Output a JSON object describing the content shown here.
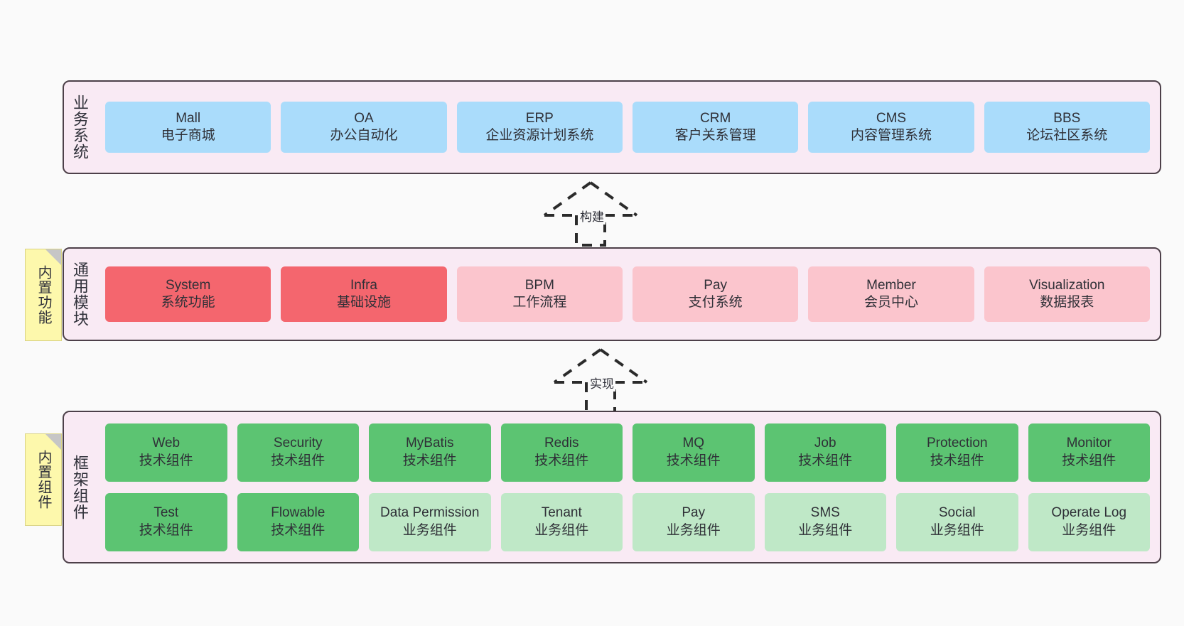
{
  "diagram": {
    "background_color": "#fafafa",
    "layer_fill": "#f9eaf4",
    "layer_border": "#4d4049",
    "note_color": "#fdf8ac",
    "colors": {
      "blue": "#aadcfb",
      "red": "#f4666e",
      "pink": "#fbc5cd",
      "green": "#5cc472",
      "green_light": "#bfe8c7"
    }
  },
  "layers": {
    "business": {
      "title": "业务系统",
      "items": [
        {
          "name": "Mall",
          "desc": "电子商城",
          "color": "blue"
        },
        {
          "name": "OA",
          "desc": "办公自动化",
          "color": "blue"
        },
        {
          "name": "ERP",
          "desc": "企业资源计划系统",
          "color": "blue"
        },
        {
          "name": "CRM",
          "desc": "客户关系管理",
          "color": "blue"
        },
        {
          "name": "CMS",
          "desc": "内容管理系统",
          "color": "blue"
        },
        {
          "name": "BBS",
          "desc": "论坛社区系统",
          "color": "blue"
        }
      ]
    },
    "modules": {
      "title": "通用模块",
      "note": "内置功能",
      "items": [
        {
          "name": "System",
          "desc": "系统功能",
          "color": "red"
        },
        {
          "name": "Infra",
          "desc": "基础设施",
          "color": "red"
        },
        {
          "name": "BPM",
          "desc": "工作流程",
          "color": "pink"
        },
        {
          "name": "Pay",
          "desc": "支付系统",
          "color": "pink"
        },
        {
          "name": "Member",
          "desc": "会员中心",
          "color": "pink"
        },
        {
          "name": "Visualization",
          "desc": "数据报表",
          "color": "pink"
        }
      ]
    },
    "framework": {
      "title": "框架组件",
      "note": "内置组件",
      "row1": [
        {
          "name": "Web",
          "desc": "技术组件",
          "color": "green"
        },
        {
          "name": "Security",
          "desc": "技术组件",
          "color": "green"
        },
        {
          "name": "MyBatis",
          "desc": "技术组件",
          "color": "green"
        },
        {
          "name": "Redis",
          "desc": "技术组件",
          "color": "green"
        },
        {
          "name": "MQ",
          "desc": "技术组件",
          "color": "green"
        },
        {
          "name": "Job",
          "desc": "技术组件",
          "color": "green"
        },
        {
          "name": "Protection",
          "desc": "技术组件",
          "color": "green"
        },
        {
          "name": "Monitor",
          "desc": "技术组件",
          "color": "green"
        }
      ],
      "row2": [
        {
          "name": "Test",
          "desc": "技术组件",
          "color": "green"
        },
        {
          "name": "Flowable",
          "desc": "技术组件",
          "color": "green"
        },
        {
          "name": "Data Permission",
          "desc": "业务组件",
          "color": "green-light"
        },
        {
          "name": "Tenant",
          "desc": "业务组件",
          "color": "green-light"
        },
        {
          "name": "Pay",
          "desc": "业务组件",
          "color": "green-light"
        },
        {
          "name": "SMS",
          "desc": "业务组件",
          "color": "green-light"
        },
        {
          "name": "Social",
          "desc": "业务组件",
          "color": "green-light"
        },
        {
          "name": "Operate Log",
          "desc": "业务组件",
          "color": "green-light"
        }
      ]
    }
  },
  "connectors": [
    {
      "id": "build",
      "label": "构建",
      "style": "dashed-hollow-arrow-up"
    },
    {
      "id": "implement",
      "label": "实现",
      "style": "dashed-hollow-arrow-up"
    }
  ]
}
